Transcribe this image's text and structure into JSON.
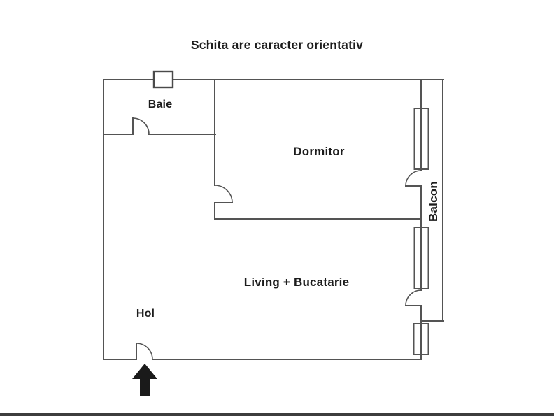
{
  "title": "Schita are caracter orientativ",
  "rooms": [
    {
      "id": "baie",
      "label": "Baie"
    },
    {
      "id": "dormitor",
      "label": "Dormitor"
    },
    {
      "id": "living",
      "label": "Living + Bucatarie"
    },
    {
      "id": "hol",
      "label": "Hol"
    },
    {
      "id": "balcon",
      "label": "Balcon"
    }
  ],
  "markers": {
    "entrance": "entrance-arrow"
  },
  "counts": {
    "windows_right_wall": 3,
    "interior_doors": 4,
    "entrance_doors": 1
  },
  "colors": {
    "wall": "#545454",
    "text": "#1c1c1c",
    "arrow": "#1a1a1a",
    "background": "#ffffff",
    "bottom_bar": "#3d3d3d"
  }
}
